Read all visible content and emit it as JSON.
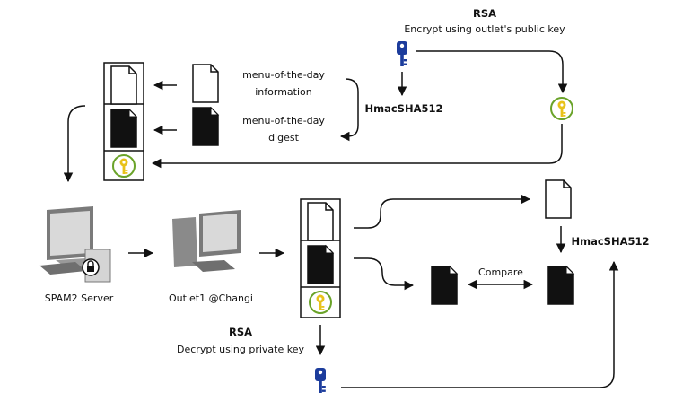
{
  "top": {
    "rsa_title": "RSA",
    "rsa_caption": "Encrypt using outlet's public key",
    "hmac_label": "HmacSHA512",
    "info_label_line1": "menu-of-the-day",
    "info_label_line2": "information",
    "digest_label_line1": "menu-of-the-day",
    "digest_label_line2": "digest"
  },
  "nodes": {
    "server_label": "SPAM2 Server",
    "outlet_label": "Outlet1 @Changi"
  },
  "bottom": {
    "rsa_title": "RSA",
    "rsa_caption": "Decrypt using private key",
    "hmac_label": "HmacSHA512",
    "compare_label": "Compare"
  },
  "colors": {
    "stroke": "#111111",
    "key_blue": "#1c3c9c",
    "key_gold": "#e8c21a",
    "key_ring": "#6aa329",
    "screen": "#d9d9d9",
    "monitor": "#7a7a7a"
  },
  "icons": [
    "document-icon",
    "key-icon",
    "encrypted-key-icon",
    "computer-icon",
    "lock-icon"
  ]
}
